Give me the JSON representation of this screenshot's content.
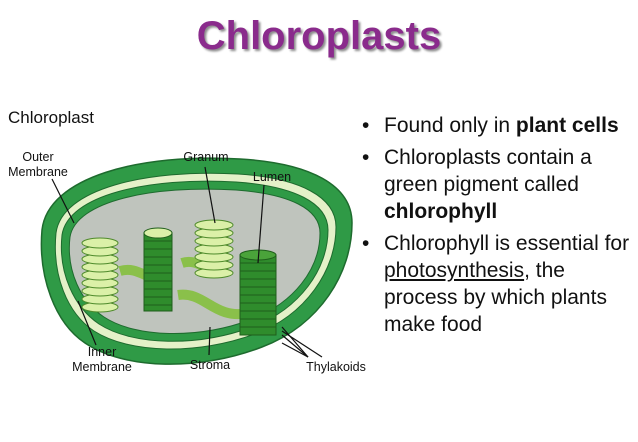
{
  "title": "Chloroplasts",
  "diagram": {
    "heading": "Chloroplast",
    "labels": {
      "outer_membrane_1": "Outer",
      "outer_membrane_2": "Membrane",
      "granum": "Granum",
      "lumen": "Lumen",
      "inner_membrane_1": "Inner",
      "inner_membrane_2": "Membrane",
      "stroma": "Stroma",
      "thylakoids": "Thylakoids"
    },
    "colors": {
      "outer_membrane": "#2f9a46",
      "stroma": "#bfc4bd",
      "granum_light": "#dbf0a8",
      "granum_dark": "#2f8c2c"
    }
  },
  "bullets": [
    {
      "pre": "Found only in ",
      "bold": "plant cells"
    },
    {
      "pre": "Chloroplasts contain a green pigment called ",
      "bold": "chlorophyll"
    },
    {
      "pre": "Chlorophyll is essential for ",
      "link": "photosynthesis",
      "post": ", the process by which plants make food"
    }
  ],
  "bullet_symbol": "•"
}
